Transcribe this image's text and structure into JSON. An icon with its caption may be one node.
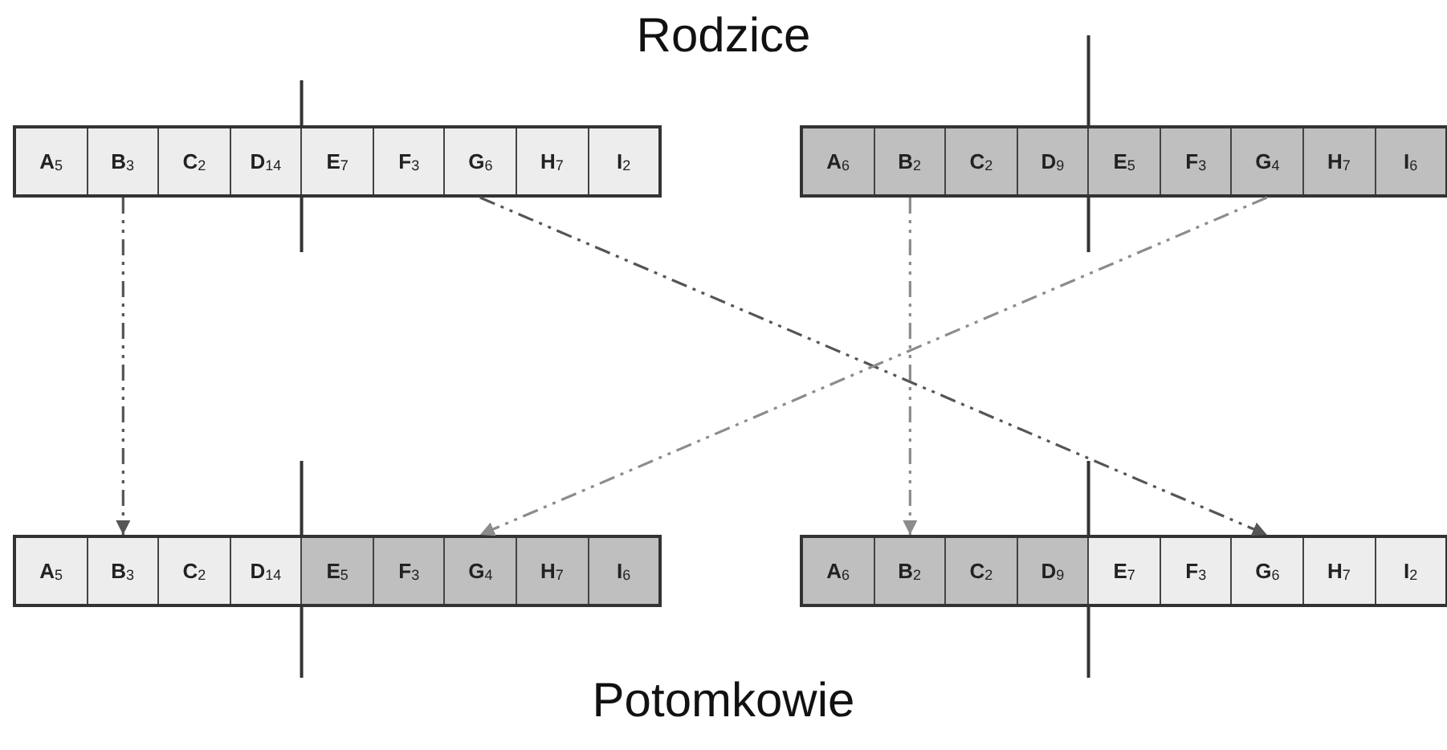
{
  "diagram": {
    "title": "Rodzice",
    "caption": "Potomkowie",
    "nodes": [
      {
        "text": [],
        "shape": "bar"
      },
      {
        "text": [
          "A$_{5}$"
        ],
        "in": 0
      },
      {
        "text": [
          "B$_{3}$"
        ],
        "in": 0
      },
      {
        "text": [
          "C$_{2}$"
        ],
        "in": 0
      },
      {
        "text": [
          "D$_{14}$"
        ],
        "in": 0
      },
      {
        "text": [
          "E$_{7}$"
        ],
        "in": 0
      },
      {
        "text": [
          "F$_{3}$"
        ],
        "in": 0
      },
      {
        "text": [
          "G$_{6}$"
        ],
        "in": 0
      },
      {
        "text": [
          "H$_{7}$"
        ],
        "in": 0
      },
      {
        "text": [
          "I$_{2}$"
        ],
        "in": 0
      },
      {
        "text": [],
        "shape": "bar"
      },
      {
        "text": [
          "A$_{6}$"
        ],
        "in": 10
      },
      {
        "text": [
          "B$_{2}$"
        ],
        "in": 10
      },
      {
        "text": [
          "C$_{2}$"
        ],
        "in": 10
      },
      {
        "text": [
          "D$_{9}$"
        ],
        "in": 10
      },
      {
        "text": [
          "E$_{5}$"
        ],
        "in": 10
      },
      {
        "text": [
          "F$_{3}$"
        ],
        "in": 10
      },
      {
        "text": [
          "G$_{4}$"
        ],
        "in": 10
      },
      {
        "text": [
          "H$_{7}$"
        ],
        "in": 10
      },
      {
        "text": [
          "I$_{6}$"
        ],
        "in": 10
      },
      {
        "text": [],
        "shape": "bar"
      },
      {
        "text": [
          "A$_{5}$"
        ],
        "in": 20
      },
      {
        "text": [
          "B$_{3}$"
        ],
        "in": 20
      },
      {
        "text": [
          "C$_{2}$"
        ],
        "in": 20
      },
      {
        "text": [
          "D$_{14}$"
        ],
        "in": 20
      },
      {
        "text": [
          "E$_{5}$"
        ],
        "in": 20
      },
      {
        "text": [
          "F$_{3}$"
        ],
        "in": 20
      },
      {
        "text": [
          "G$_{4}$"
        ],
        "in": 20
      },
      {
        "text": [
          "H$_{7}$"
        ],
        "in": 20
      },
      {
        "text": [
          "I$_{6}$"
        ],
        "in": 20
      },
      {
        "text": [],
        "shape": "bar"
      },
      {
        "text": [
          "A$_{6}$"
        ],
        "in": 30
      },
      {
        "text": [
          "B$_{2}$"
        ],
        "in": 30
      },
      {
        "text": [
          "C$_{2}$"
        ],
        "in": 30
      },
      {
        "text": [
          "D$_{9}$"
        ],
        "in": 30
      },
      {
        "text": [
          "E$_{7}$"
        ],
        "in": 30
      },
      {
        "text": [
          "F$_{3}$"
        ],
        "in": 30
      },
      {
        "text": [
          "G$_{6}$"
        ],
        "in": 30
      },
      {
        "text": [
          "H$_{7}$"
        ],
        "in": 30
      },
      {
        "text": [
          "I$_{2}$"
        ],
        "in": 30
      }
    ],
    "edges": [
      {
        "from": 2,
        "to": 22,
        "arrow": "to",
        "style": "dashed"
      },
      {
        "from": 7,
        "to": 37,
        "arrow": "to",
        "style": "dashed"
      },
      {
        "from": 12,
        "to": 32,
        "arrow": "to",
        "style": "dashed",
        "color": "#8c8c8c"
      },
      {
        "from": 17,
        "to": 27,
        "arrow": "to",
        "style": "dashed",
        "color": "#8c8c8c"
      }
    ]
  }
}
